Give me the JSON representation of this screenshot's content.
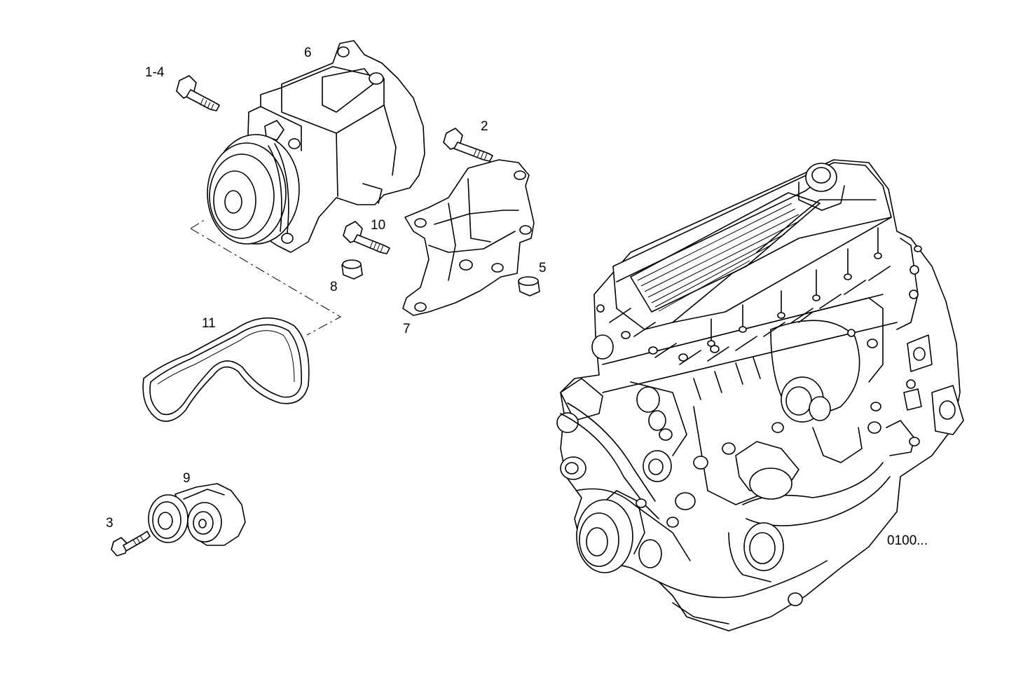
{
  "diagram": {
    "callouts": [
      {
        "id": "c1",
        "text": "6"
      },
      {
        "id": "c2",
        "text": "1-4"
      },
      {
        "id": "c3",
        "text": "2"
      },
      {
        "id": "c4",
        "text": "10"
      },
      {
        "id": "c5",
        "text": "8"
      },
      {
        "id": "c6",
        "text": "5"
      },
      {
        "id": "c7",
        "text": "7"
      },
      {
        "id": "c8",
        "text": "11"
      },
      {
        "id": "c9",
        "text": "9"
      },
      {
        "id": "c10",
        "text": "3"
      }
    ],
    "reference_code": "0100..."
  },
  "colors": {
    "line": "#000000",
    "background": "#ffffff"
  }
}
